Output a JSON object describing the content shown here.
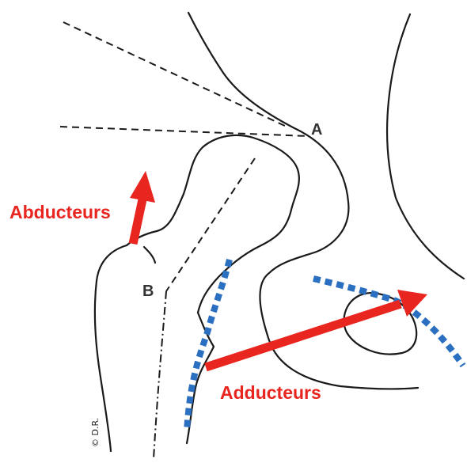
{
  "labels": {
    "point_a": "A",
    "point_b": "B",
    "abductors": "Abducteurs",
    "adductors": "Adducteurs",
    "credit": "© D.R."
  },
  "colors": {
    "arrow": "#e8251f",
    "muscle_text": "#e8251f",
    "muscle_outline": "#2a6fc0",
    "ink": "#1a1a1a"
  }
}
